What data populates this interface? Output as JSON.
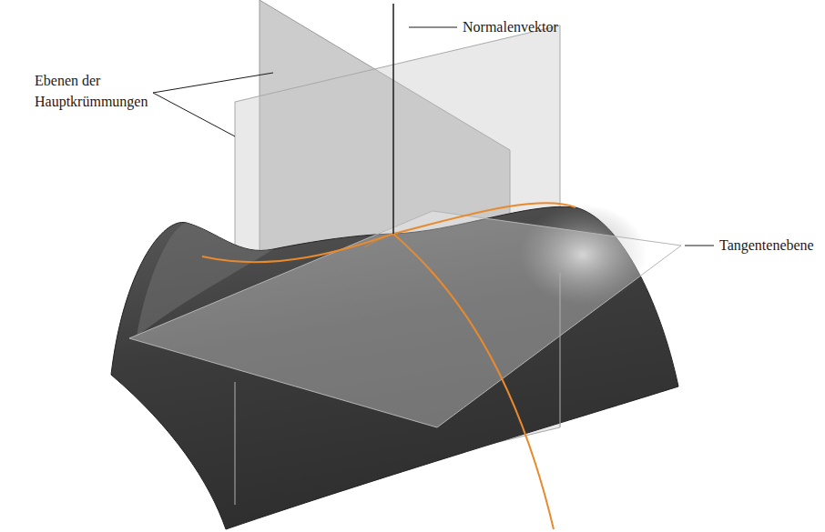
{
  "diagram": {
    "labels": [
      "Ebenen der Hauptkrümmungen",
      "Normalenvektor",
      "Tangentenebene"
    ]
  }
}
